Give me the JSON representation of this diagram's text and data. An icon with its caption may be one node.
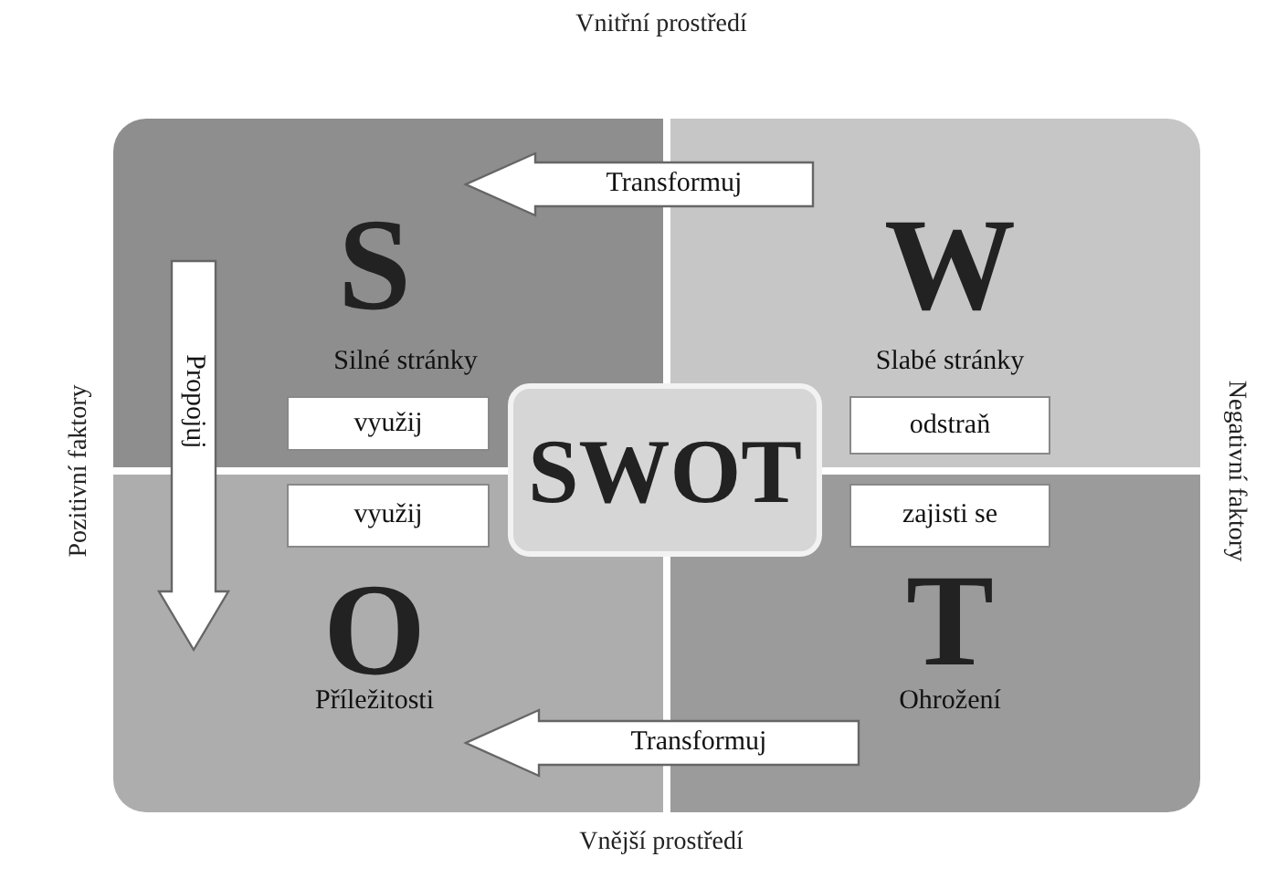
{
  "diagram": {
    "nodes": [
      {
        "text": [
          "S",
          "Silné stránky"
        ]
      },
      {
        "text": [
          "využij"
        ],
        "in": 0
      },
      {
        "text": [
          "W",
          "Slabé stránky"
        ]
      },
      {
        "text": [
          "odstraň"
        ],
        "in": 2
      },
      {
        "text": [
          "O",
          "Příležitosti"
        ]
      },
      {
        "text": [
          "využij"
        ],
        "in": 4
      },
      {
        "text": [
          "T",
          "Ohrožení"
        ]
      },
      {
        "text": [
          "zajisti se"
        ],
        "in": 6
      },
      {
        "text": [
          "SWOT"
        ]
      }
    ],
    "edges": [
      {
        "from": 2,
        "to": 0,
        "arrow": "to",
        "label": "Transformuj"
      },
      {
        "from": 0,
        "to": 4,
        "arrow": "to",
        "label": "Propojuj"
      },
      {
        "from": 6,
        "to": 4,
        "arrow": "to",
        "label": "Transformuj"
      }
    ],
    "labels": [
      "Vnitřní prostředí",
      "Pozitivní faktory",
      "Negativní faktory",
      "Vnější prostředí"
    ]
  }
}
